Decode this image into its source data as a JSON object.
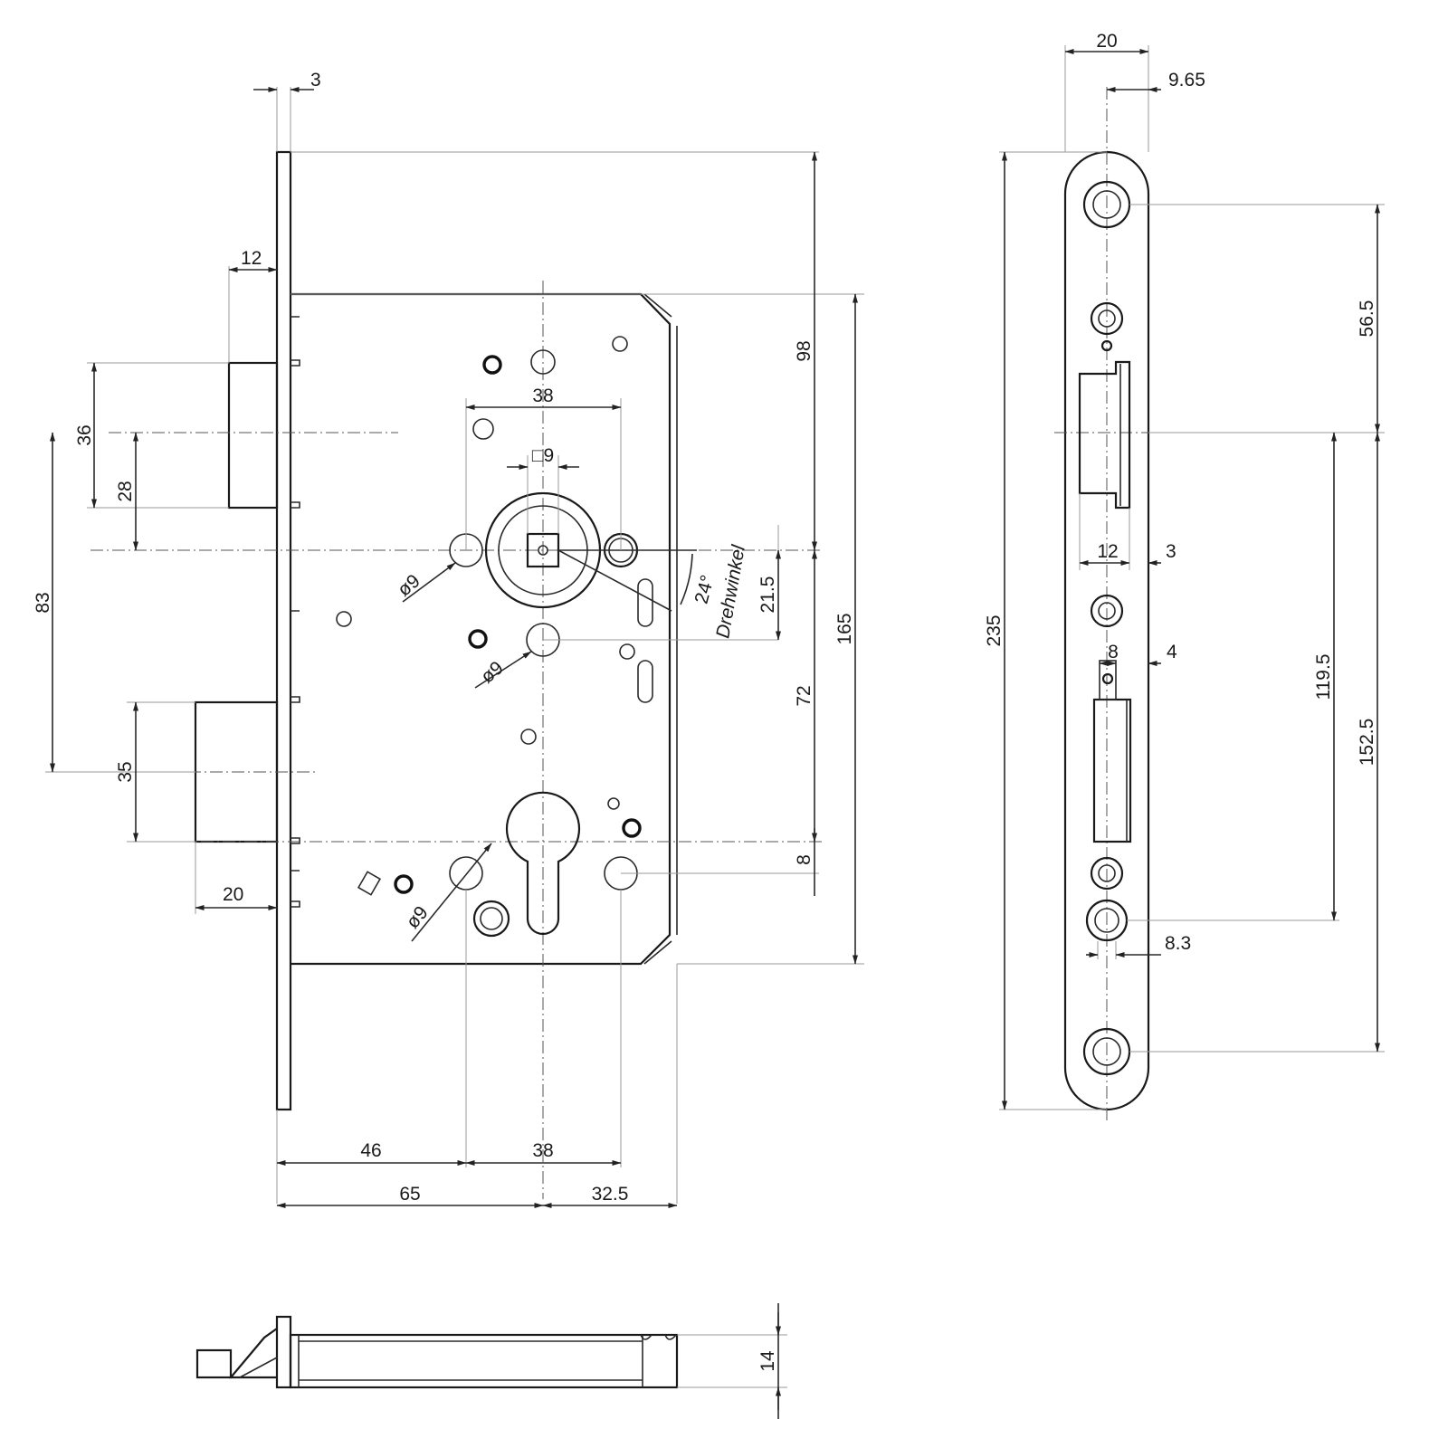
{
  "front_view": {
    "faceplate_thickness": "3",
    "latch_projection": "12",
    "deadbolt_projection": "20",
    "latch_height": "36",
    "latch_to_follower": "28",
    "follower_to_cylinder": "83",
    "deadbolt_height": "35",
    "top_to_follower": "98",
    "case_height": "165",
    "follower_to_cylinder_right": "72",
    "cylinder_offset": "8",
    "turn_range": "21.5",
    "hole_spacing_top": "38",
    "square_follower": "□9",
    "hole_dia_1": "ø9",
    "hole_dia_2": "ø9",
    "hole_dia_3": "ø9",
    "angle": "24°",
    "angle_label": "Drehwinkel",
    "backset": "65",
    "depth_right": "32.5",
    "bottom_left": "46",
    "bottom_center": "38"
  },
  "side_view": {
    "plate_width": "20",
    "screw_offset": "9.65",
    "overall_length": "235",
    "latch_slot_width": "12",
    "latch_slot_offset": "3",
    "bolt_slot_width": "8",
    "bolt_slot_offset": "4",
    "top_screw_to_follower": "56.5",
    "follower_to_screw": "119.5",
    "follower_to_bottom_screw": "152.5",
    "screw_dia": "8.3"
  },
  "top_view": {
    "depth": "14"
  }
}
